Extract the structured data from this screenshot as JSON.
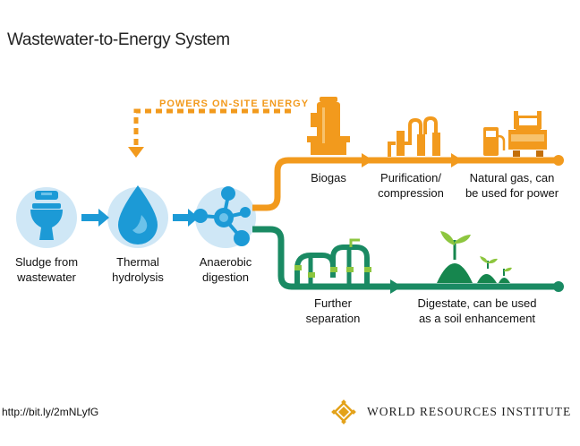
{
  "title": "Wastewater-to-Energy System",
  "powers_label": "POWERS ON-SITE ENERGY",
  "steps": [
    {
      "line1": "Sludge from",
      "line2": "wastewater",
      "icon": "toilet-icon"
    },
    {
      "line1": "Thermal",
      "line2": "hydrolysis",
      "icon": "water-drop-icon"
    },
    {
      "line1": "Anaerobic",
      "line2": "digestion",
      "icon": "molecule-icon"
    }
  ],
  "top_branch": [
    {
      "line1": "Biogas",
      "line2": "",
      "icon": "gas-tank-icon"
    },
    {
      "line1": "Purification/",
      "line2": "compression",
      "icon": "compression-pipes-icon"
    },
    {
      "line1": "Natural gas, can",
      "line2": "be used for power",
      "icon": "fuel-truck-icon"
    }
  ],
  "bottom_branch": [
    {
      "line1": "Further",
      "line2": "separation",
      "icon": "separation-pipes-icon"
    },
    {
      "line1": "Digestate, can be used",
      "line2": "as a soil enhancement",
      "icon": "soil-sprout-icon"
    }
  ],
  "source_url": "http://bit.ly/2mNLyfG",
  "organization": "WORLD RESOURCES INSTITUTE",
  "colors": {
    "orange": "#f29a1d",
    "green": "#1a8a63",
    "blue": "#1c9ad6",
    "light_blue": "#cfe7f6",
    "soil": "#16864e"
  }
}
